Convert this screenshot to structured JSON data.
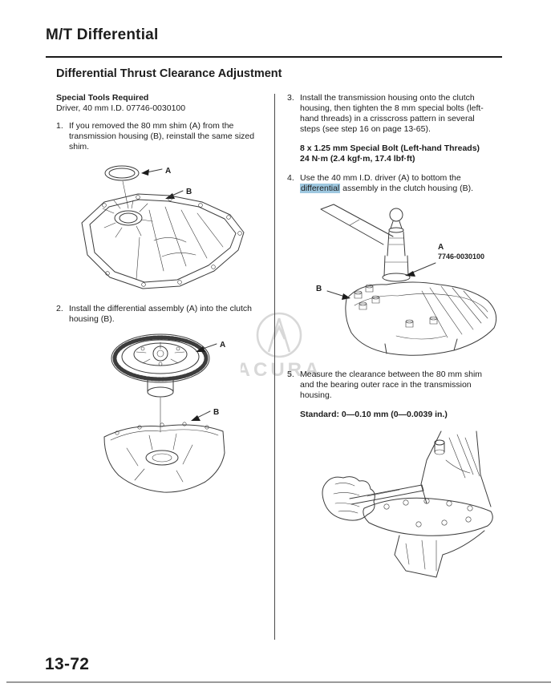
{
  "page": {
    "title": "M/T Differential",
    "section_title": "Differential Thrust Clearance Adjustment",
    "page_number": "13-72",
    "watermark_text": "ACURA"
  },
  "special_tools": {
    "heading": "Special Tools Required",
    "item": "Driver, 40 mm I.D. 07746-0030100"
  },
  "steps": {
    "s1": {
      "num": "1.",
      "lines": [
        "If you removed the 80 mm shim (A) from the",
        "transmission housing (B), reinstall the same sized",
        "shim."
      ]
    },
    "s2": {
      "num": "2.",
      "lines": [
        "Install the differential assembly (A) into the clutch",
        "housing (B)."
      ]
    },
    "s3": {
      "num": "3.",
      "lines": [
        "Install the transmission housing onto the clutch",
        "housing, then tighten the 8 mm special bolts (left-",
        "hand threads) in a crisscross pattern in several",
        "steps (see step 16 on page 13-65)."
      ]
    },
    "s4": {
      "num": "4.",
      "line1": "Use the 40 mm I.D. driver (A) to bottom the",
      "highlight_word": "differential",
      "line2_rest": " assembly in the clutch housing (B)."
    },
    "s5": {
      "num": "5.",
      "lines": [
        "Measure the clearance between the 80 mm shim",
        "and the bearing outer race in the transmission",
        "housing."
      ]
    }
  },
  "specs": {
    "bolt_line1": "8 x 1.25 mm Special Bolt (Left-hand Threads)",
    "bolt_line2": "24 N·m (2.4 kgf·m, 17.4 lbf·ft)",
    "standard": "Standard: 0—0.10 mm (0—0.0039 in.)"
  },
  "figures": {
    "fig1": {
      "label_a": "A",
      "label_b": "B"
    },
    "fig2": {
      "label_a": "A",
      "label_b": "B"
    },
    "fig3": {
      "label_a": "A",
      "tool_number": "7746-0030100",
      "label_b": "B"
    }
  },
  "colors": {
    "highlight": "#9ec8e0",
    "watermark": "#d8d8d8"
  }
}
